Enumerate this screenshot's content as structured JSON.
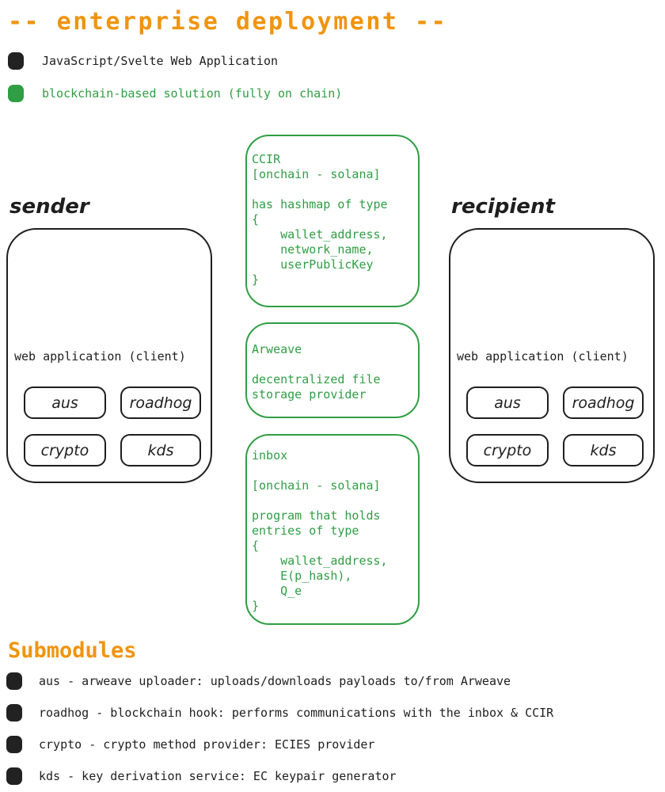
{
  "title": "-- enterprise deployment --",
  "colors": {
    "orange": "#f0940e",
    "green": "#2f9e44",
    "black": "#1e1e1e"
  },
  "legend": {
    "app": {
      "label": "JavaScript/Svelte Web Application",
      "color": "#222222"
    },
    "blockchain": {
      "label": "blockchain-based solution (fully on chain)",
      "color": "#2f9e44"
    }
  },
  "sender": {
    "label": "sender",
    "client_label": "web application (client)",
    "modules": [
      "aus",
      "roadhog",
      "crypto",
      "kds"
    ]
  },
  "recipient": {
    "label": "recipient",
    "client_label": "web application (client)",
    "modules": [
      "aus",
      "roadhog",
      "crypto",
      "kds"
    ]
  },
  "green_boxes": {
    "ccir": "CCIR\n[onchain - solana]\n\nhas hashmap of type\n{\n    wallet_address,\n    network_name,\n    userPublicKey\n}",
    "arweave": "Arweave\n\ndecentralized file\nstorage provider",
    "inbox": "inbox\n\n[onchain - solana]\n\nprogram that holds\nentries of type\n{\n    wallet_address,\n    E(p_hash),\n    Q_e\n}"
  },
  "submodules": {
    "title": "Submodules",
    "items": [
      "aus - arweave uploader: uploads/downloads payloads to/from Arweave",
      "roadhog - blockchain hook: performs communications with the inbox & CCIR",
      "crypto - crypto method provider: ECIES provider",
      "kds - key derivation service: EC keypair generator"
    ]
  }
}
